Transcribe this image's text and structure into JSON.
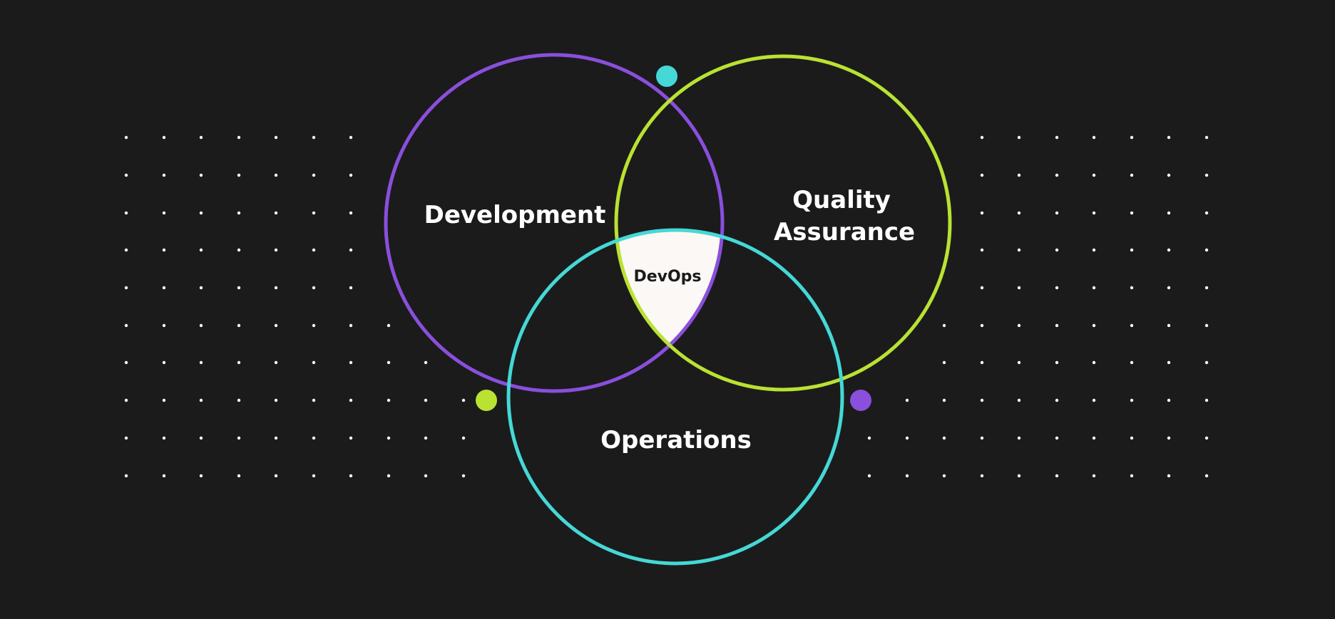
{
  "diagram": {
    "colors": {
      "background": "#1b1b1c",
      "development": "#8a4fdc",
      "quality_assurance": "#b9e232",
      "operations": "#45d8d6",
      "center_fill": "#fcf8f5",
      "text": "#ffffff",
      "center_text": "#1b1b1c",
      "dots": "#ffffff"
    },
    "sets": [
      {
        "key": "development",
        "label": "Development"
      },
      {
        "key": "quality_assurance",
        "label_line1": "Quality",
        "label_line2": "Assurance"
      },
      {
        "key": "operations",
        "label": "Operations"
      }
    ],
    "intersection": {
      "label": "DevOps"
    }
  }
}
